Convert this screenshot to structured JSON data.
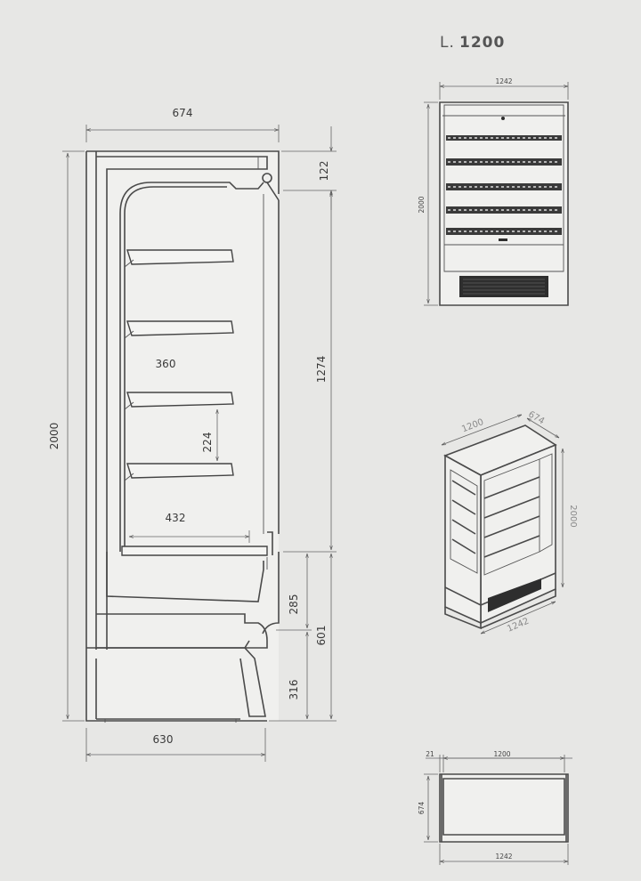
{
  "title": {
    "prefix": "L.",
    "value": "1200"
  },
  "side_view": {
    "width_top": "674",
    "width_bottom": "630",
    "height_total": "2000",
    "top_section": "122",
    "display_height": "1274",
    "base_height": "601",
    "upper_base": "285",
    "lower_base": "316",
    "shelf_depth_upper": "360",
    "shelf_spacing": "224",
    "shelf_depth_lower": "432"
  },
  "front_view": {
    "width": "1242",
    "height": "2000"
  },
  "iso_view": {
    "length": "1200",
    "depth": "674",
    "height": "2000",
    "width": "1242"
  },
  "plan_view": {
    "offset": "21",
    "inner_width": "1200",
    "depth": "674",
    "width": "1242"
  }
}
